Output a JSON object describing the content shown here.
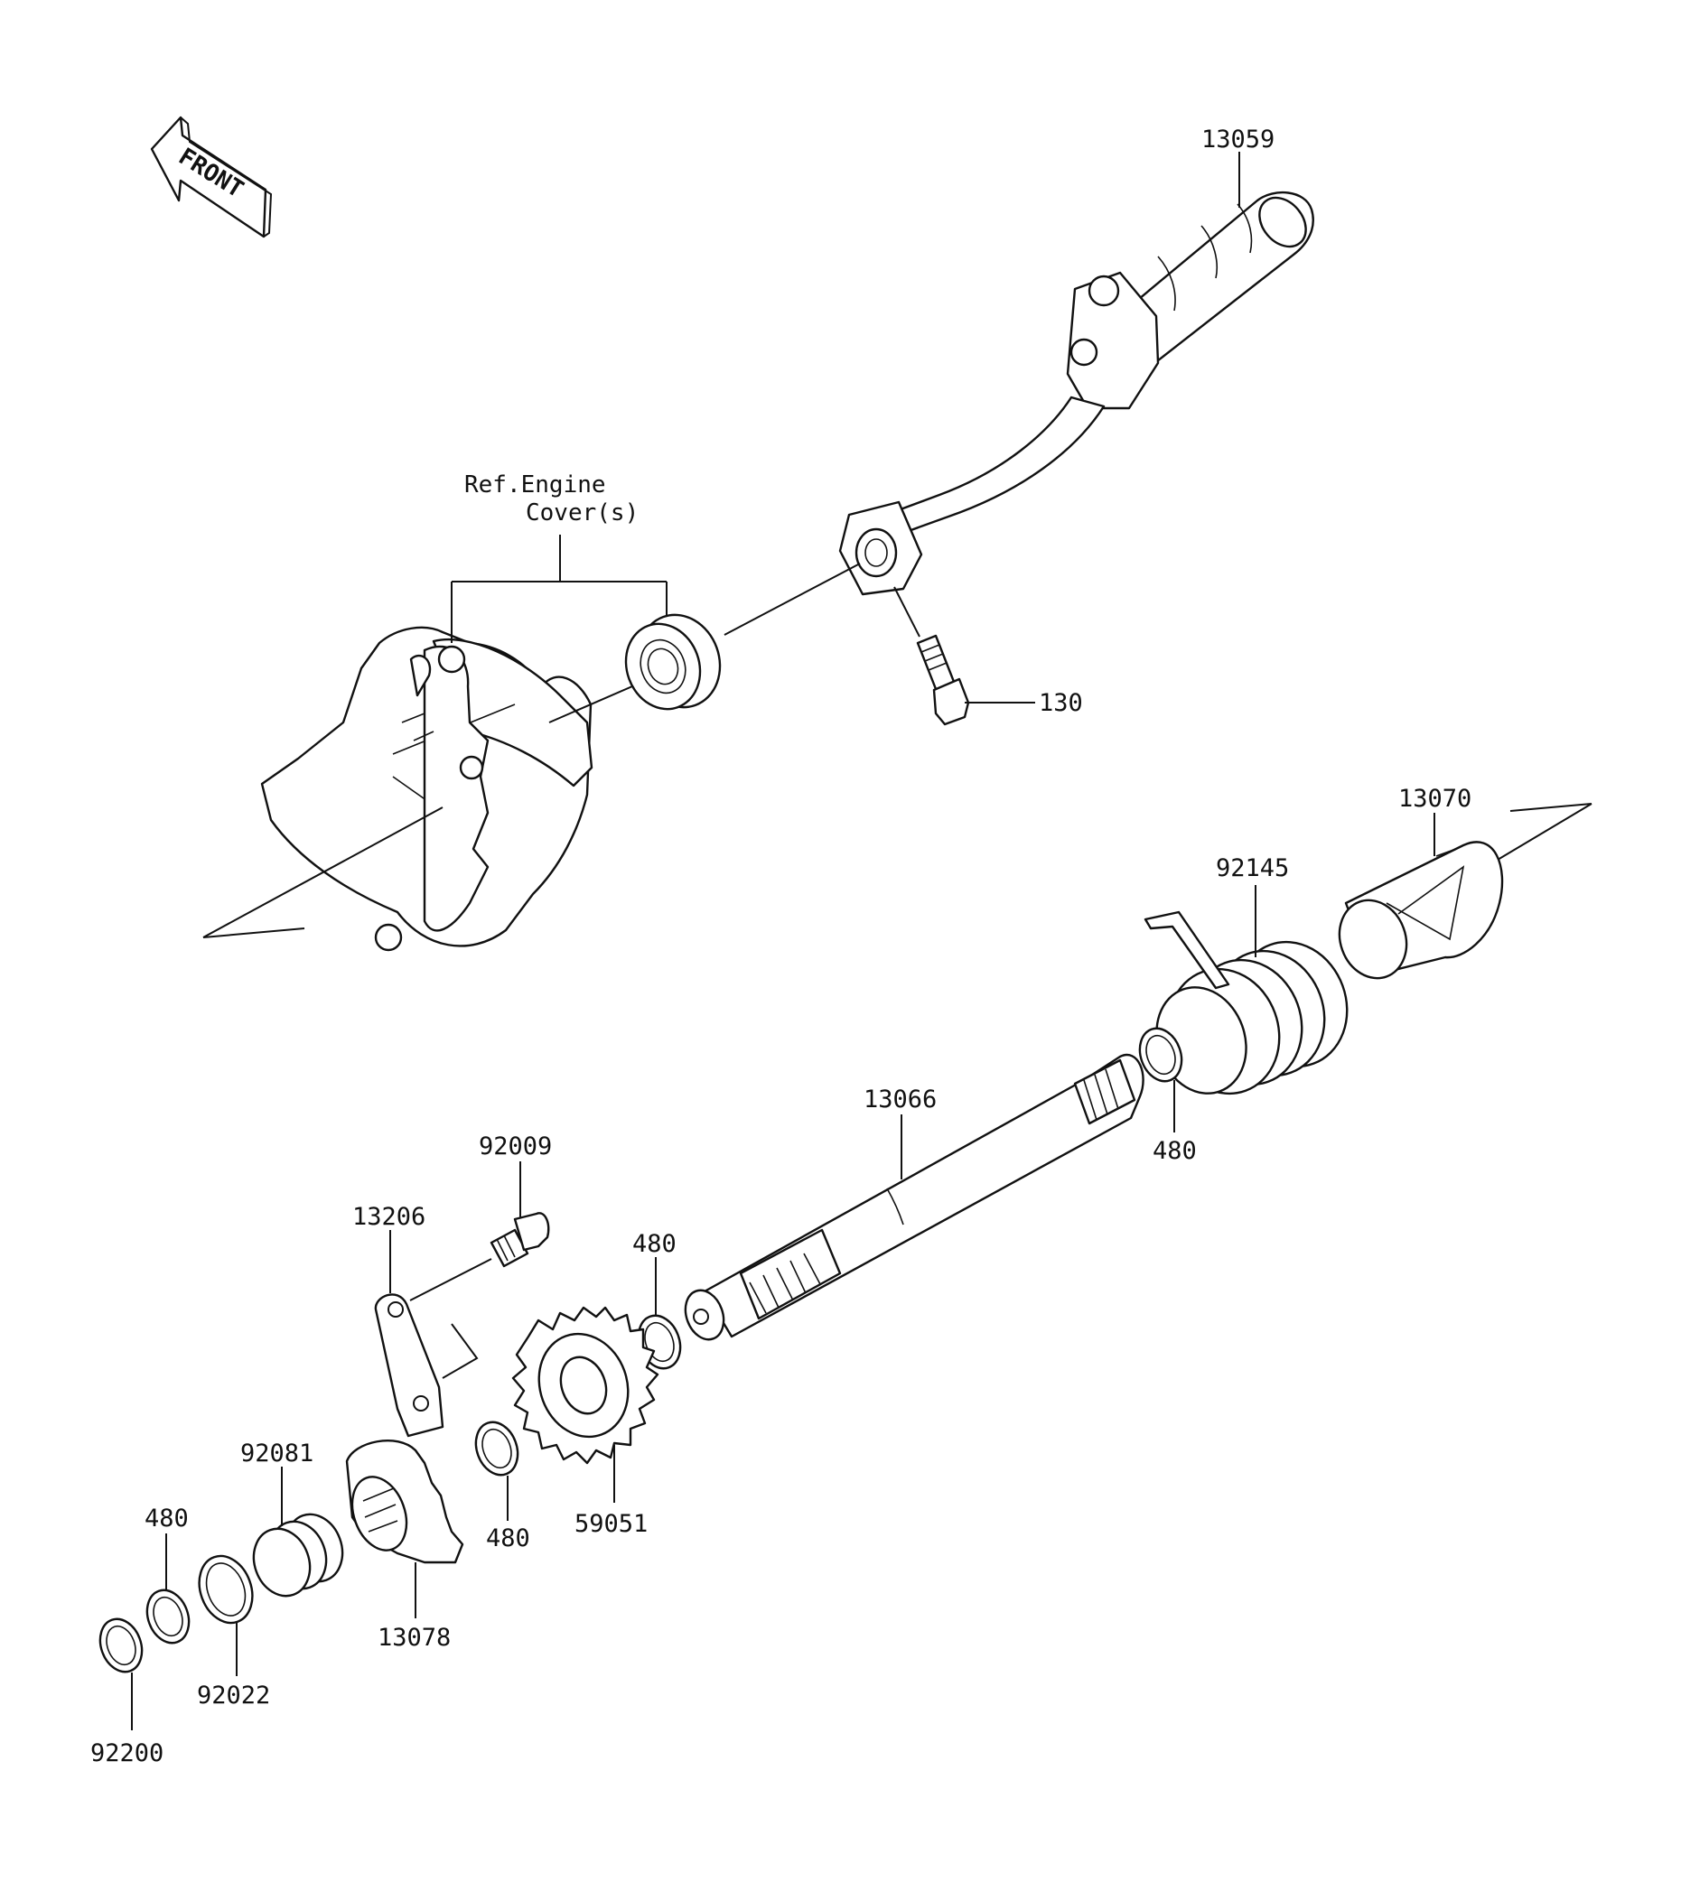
{
  "front_arrow": {
    "label": "FRONT",
    "icon": "front-arrow-icon"
  },
  "reference": {
    "line1": "Ref.Engine",
    "line2": "Cover(s)"
  },
  "parts": {
    "p13059": "13059",
    "p130": "130",
    "p13070": "13070",
    "p92145": "92145",
    "p13066": "13066",
    "p480_spring": "480",
    "p92009": "92009",
    "p13206": "13206",
    "p480_shaft": "480",
    "p480_gear": "480",
    "p59051": "59051",
    "p92081": "92081",
    "p480_left": "480",
    "p13078": "13078",
    "p92022": "92022",
    "p92200": "92200"
  }
}
